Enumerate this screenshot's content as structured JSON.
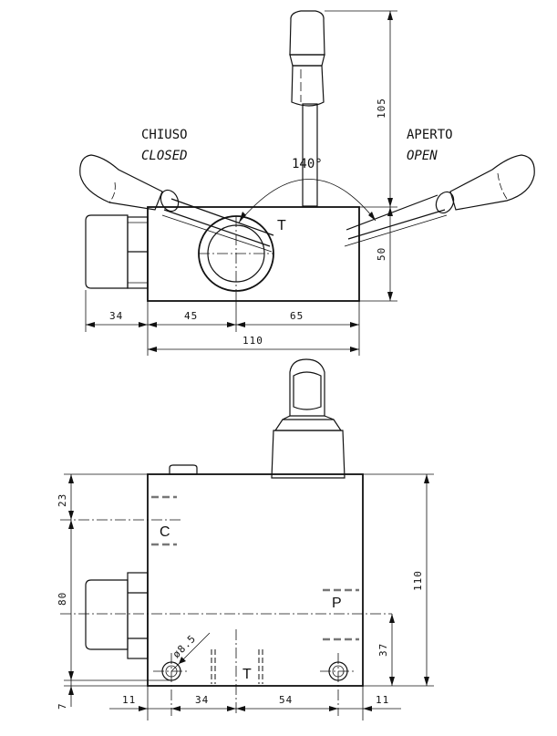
{
  "labels": {
    "closed_it": "CHIUSO",
    "closed_en": "CLOSED",
    "open_it": "APERTO",
    "open_en": "OPEN",
    "angle": "140°"
  },
  "ports": {
    "t_top": "T",
    "c": "C",
    "p": "P",
    "t_bottom": "T"
  },
  "dimensions": {
    "top_view": {
      "d34": "34",
      "d45": "45",
      "d65": "65",
      "d110": "110",
      "d105": "105",
      "d50": "50"
    },
    "front_view": {
      "d23": "23",
      "d80": "80",
      "d7": "7",
      "d110v": "110",
      "d37": "37",
      "hole": "ø8.5",
      "d11a": "11",
      "d34": "34",
      "d54": "54",
      "d11b": "11"
    }
  }
}
